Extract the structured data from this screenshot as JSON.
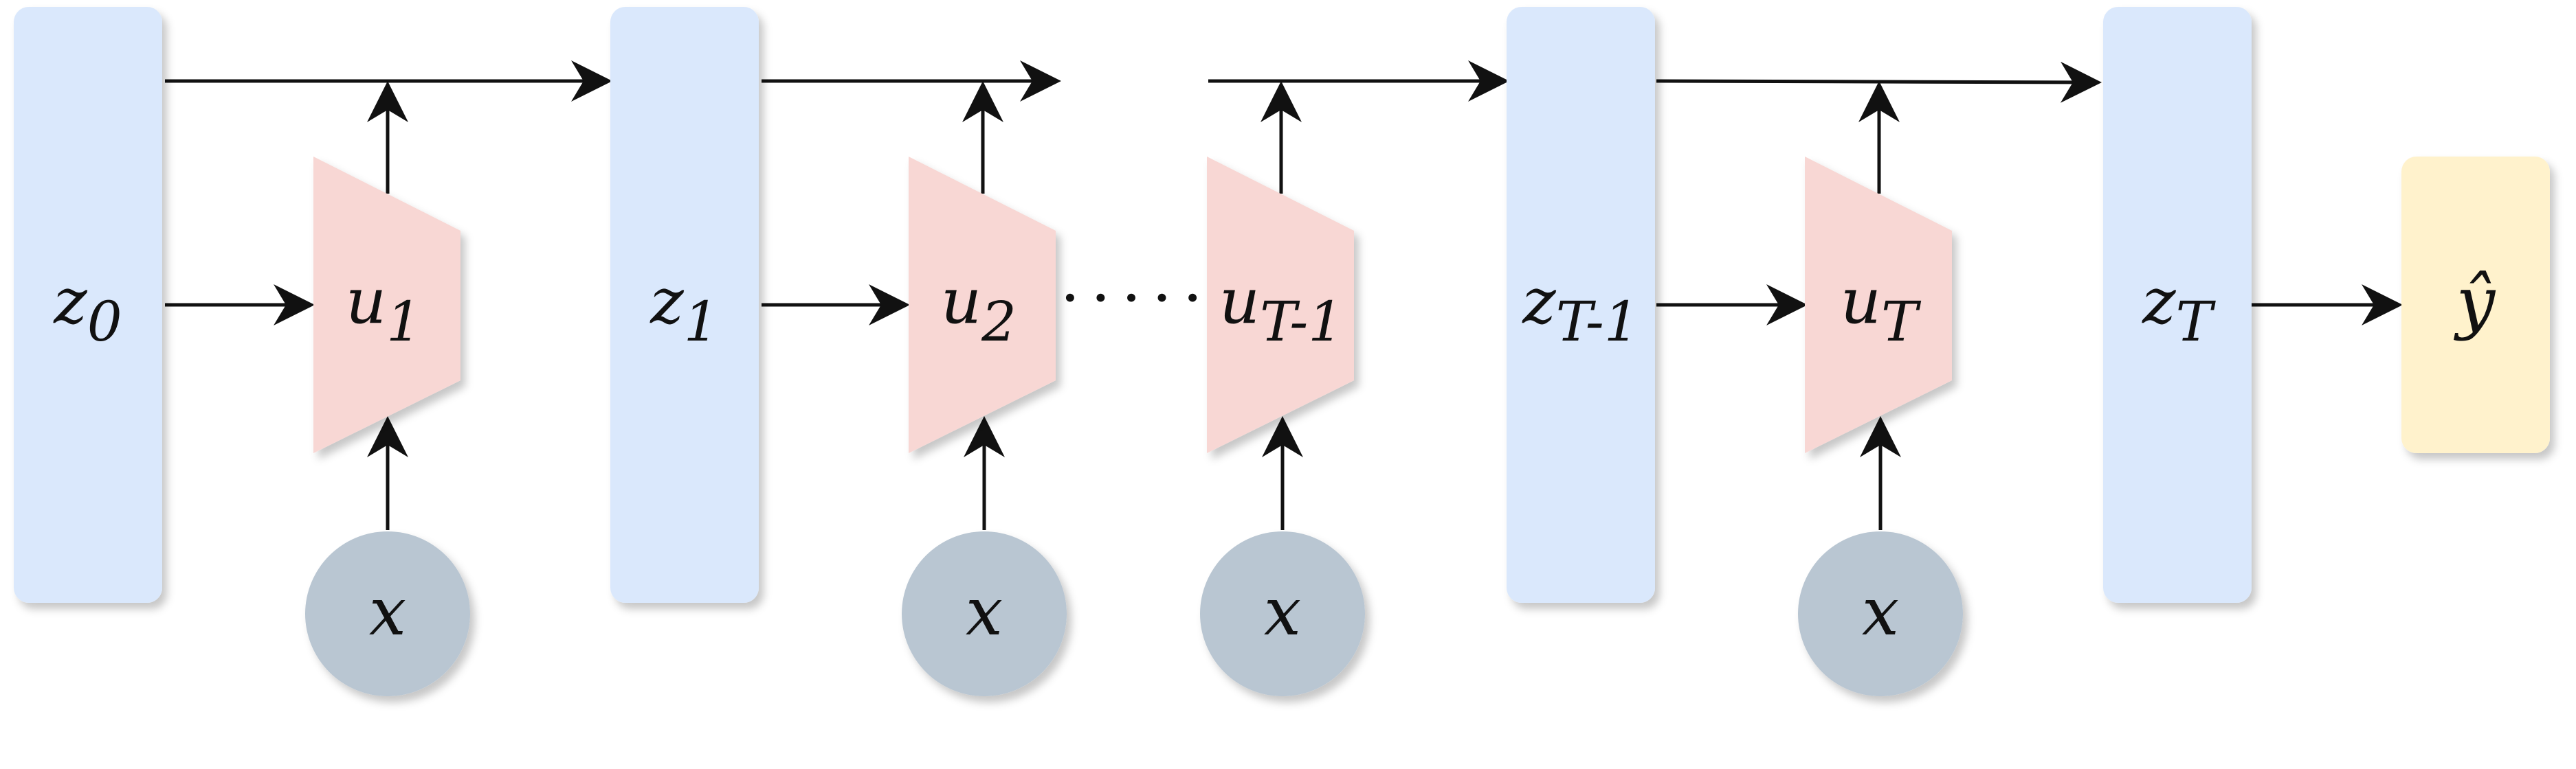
{
  "colors": {
    "state_fill": "#dae8fc",
    "update_fill": "#f8d7d4",
    "input_fill": "#b9c6d2",
    "output_fill": "#fff2cc",
    "stroke": "#111111"
  },
  "states": [
    {
      "base": "z",
      "sub": "0"
    },
    {
      "base": "z",
      "sub": "1"
    },
    {
      "base": "z",
      "sub": "T-1"
    },
    {
      "base": "z",
      "sub": "T"
    }
  ],
  "updates": [
    {
      "base": "u",
      "sub": "1"
    },
    {
      "base": "u",
      "sub": "2"
    },
    {
      "base": "u",
      "sub": "T-1"
    },
    {
      "base": "u",
      "sub": "T"
    }
  ],
  "inputs": [
    {
      "label": "x"
    },
    {
      "label": "x"
    },
    {
      "label": "x"
    },
    {
      "label": "x"
    }
  ],
  "output": {
    "label": "ŷ"
  },
  "ellipsis": "· · · · ·"
}
